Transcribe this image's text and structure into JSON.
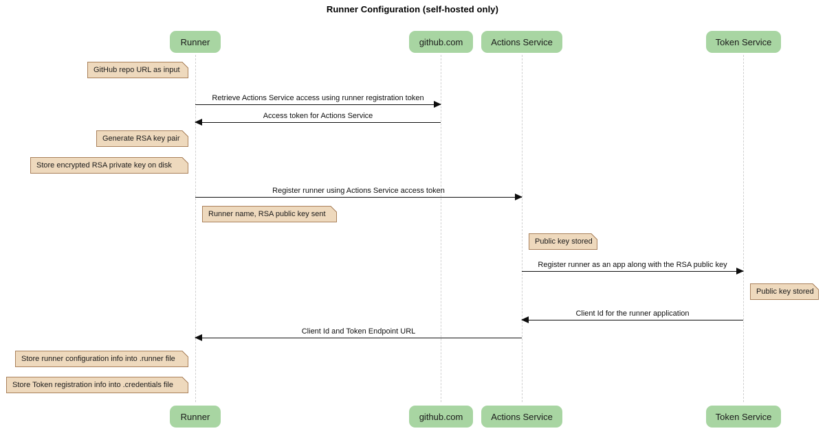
{
  "title": "Runner Configuration (self-hosted only)",
  "colors": {
    "participant_fill": "#a8d5a2",
    "note_fill": "#eed9bd",
    "note_border": "#a9805a",
    "lifeline": "#cfcfcf",
    "arrow": "#0d0d0d"
  },
  "participants": [
    {
      "id": "runner",
      "label": "Runner"
    },
    {
      "id": "github",
      "label": "github.com"
    },
    {
      "id": "actions",
      "label": "Actions Service"
    },
    {
      "id": "token",
      "label": "Token Service"
    }
  ],
  "notes": [
    {
      "id": "note-github-repo-url",
      "text": "GitHub repo URL as input"
    },
    {
      "id": "note-generate-rsa",
      "text": "Generate RSA key pair"
    },
    {
      "id": "note-store-private-key",
      "text": "Store encrypted RSA private key on disk"
    },
    {
      "id": "note-runner-name-pubkey",
      "text": "Runner name, RSA public key sent"
    },
    {
      "id": "note-public-key-stored-1",
      "text": "Public key stored"
    },
    {
      "id": "note-public-key-stored-2",
      "text": "Public key stored"
    },
    {
      "id": "note-store-runner-config",
      "text": "Store runner configuration info into .runner file"
    },
    {
      "id": "note-store-token-reg",
      "text": "Store Token registration info into .credentials file"
    }
  ],
  "messages": [
    {
      "id": "msg-retrieve-access",
      "label": "Retrieve Actions Service access using runner registration token",
      "from": "runner",
      "to": "github",
      "direction": "right"
    },
    {
      "id": "msg-access-token",
      "label": "Access token for Actions Service",
      "from": "github",
      "to": "runner",
      "direction": "left"
    },
    {
      "id": "msg-register-runner",
      "label": "Register runner using Actions Service access token",
      "from": "runner",
      "to": "actions",
      "direction": "right"
    },
    {
      "id": "msg-register-app",
      "label": "Register runner as an app along with the RSA public key",
      "from": "actions",
      "to": "token",
      "direction": "right"
    },
    {
      "id": "msg-client-id",
      "label": "Client Id for the runner application",
      "from": "token",
      "to": "actions",
      "direction": "left"
    },
    {
      "id": "msg-client-id-url",
      "label": "Client Id and Token Endpoint URL",
      "from": "actions",
      "to": "runner",
      "direction": "left"
    }
  ]
}
